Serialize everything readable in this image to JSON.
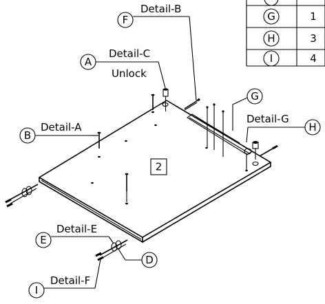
{
  "callouts": {
    "A": {
      "letter": "A",
      "detail": "Detail-C",
      "note": "Unlock"
    },
    "B": {
      "letter": "B",
      "detail": "Detail-A"
    },
    "D": {
      "letter": "D"
    },
    "E": {
      "letter": "E",
      "detail": "Detail-E"
    },
    "F": {
      "letter": "F",
      "detail": "Detail-B"
    },
    "G": {
      "letter": "G"
    },
    "H": {
      "letter": "H",
      "detail": "Detail-G"
    },
    "I": {
      "letter": "I",
      "detail": "Detail-F"
    }
  },
  "panel_number": "2",
  "parts_table": [
    {
      "letter": "G",
      "qty": "1"
    },
    {
      "letter": "H",
      "qty": "3"
    },
    {
      "letter": "I",
      "qty": "4"
    }
  ]
}
